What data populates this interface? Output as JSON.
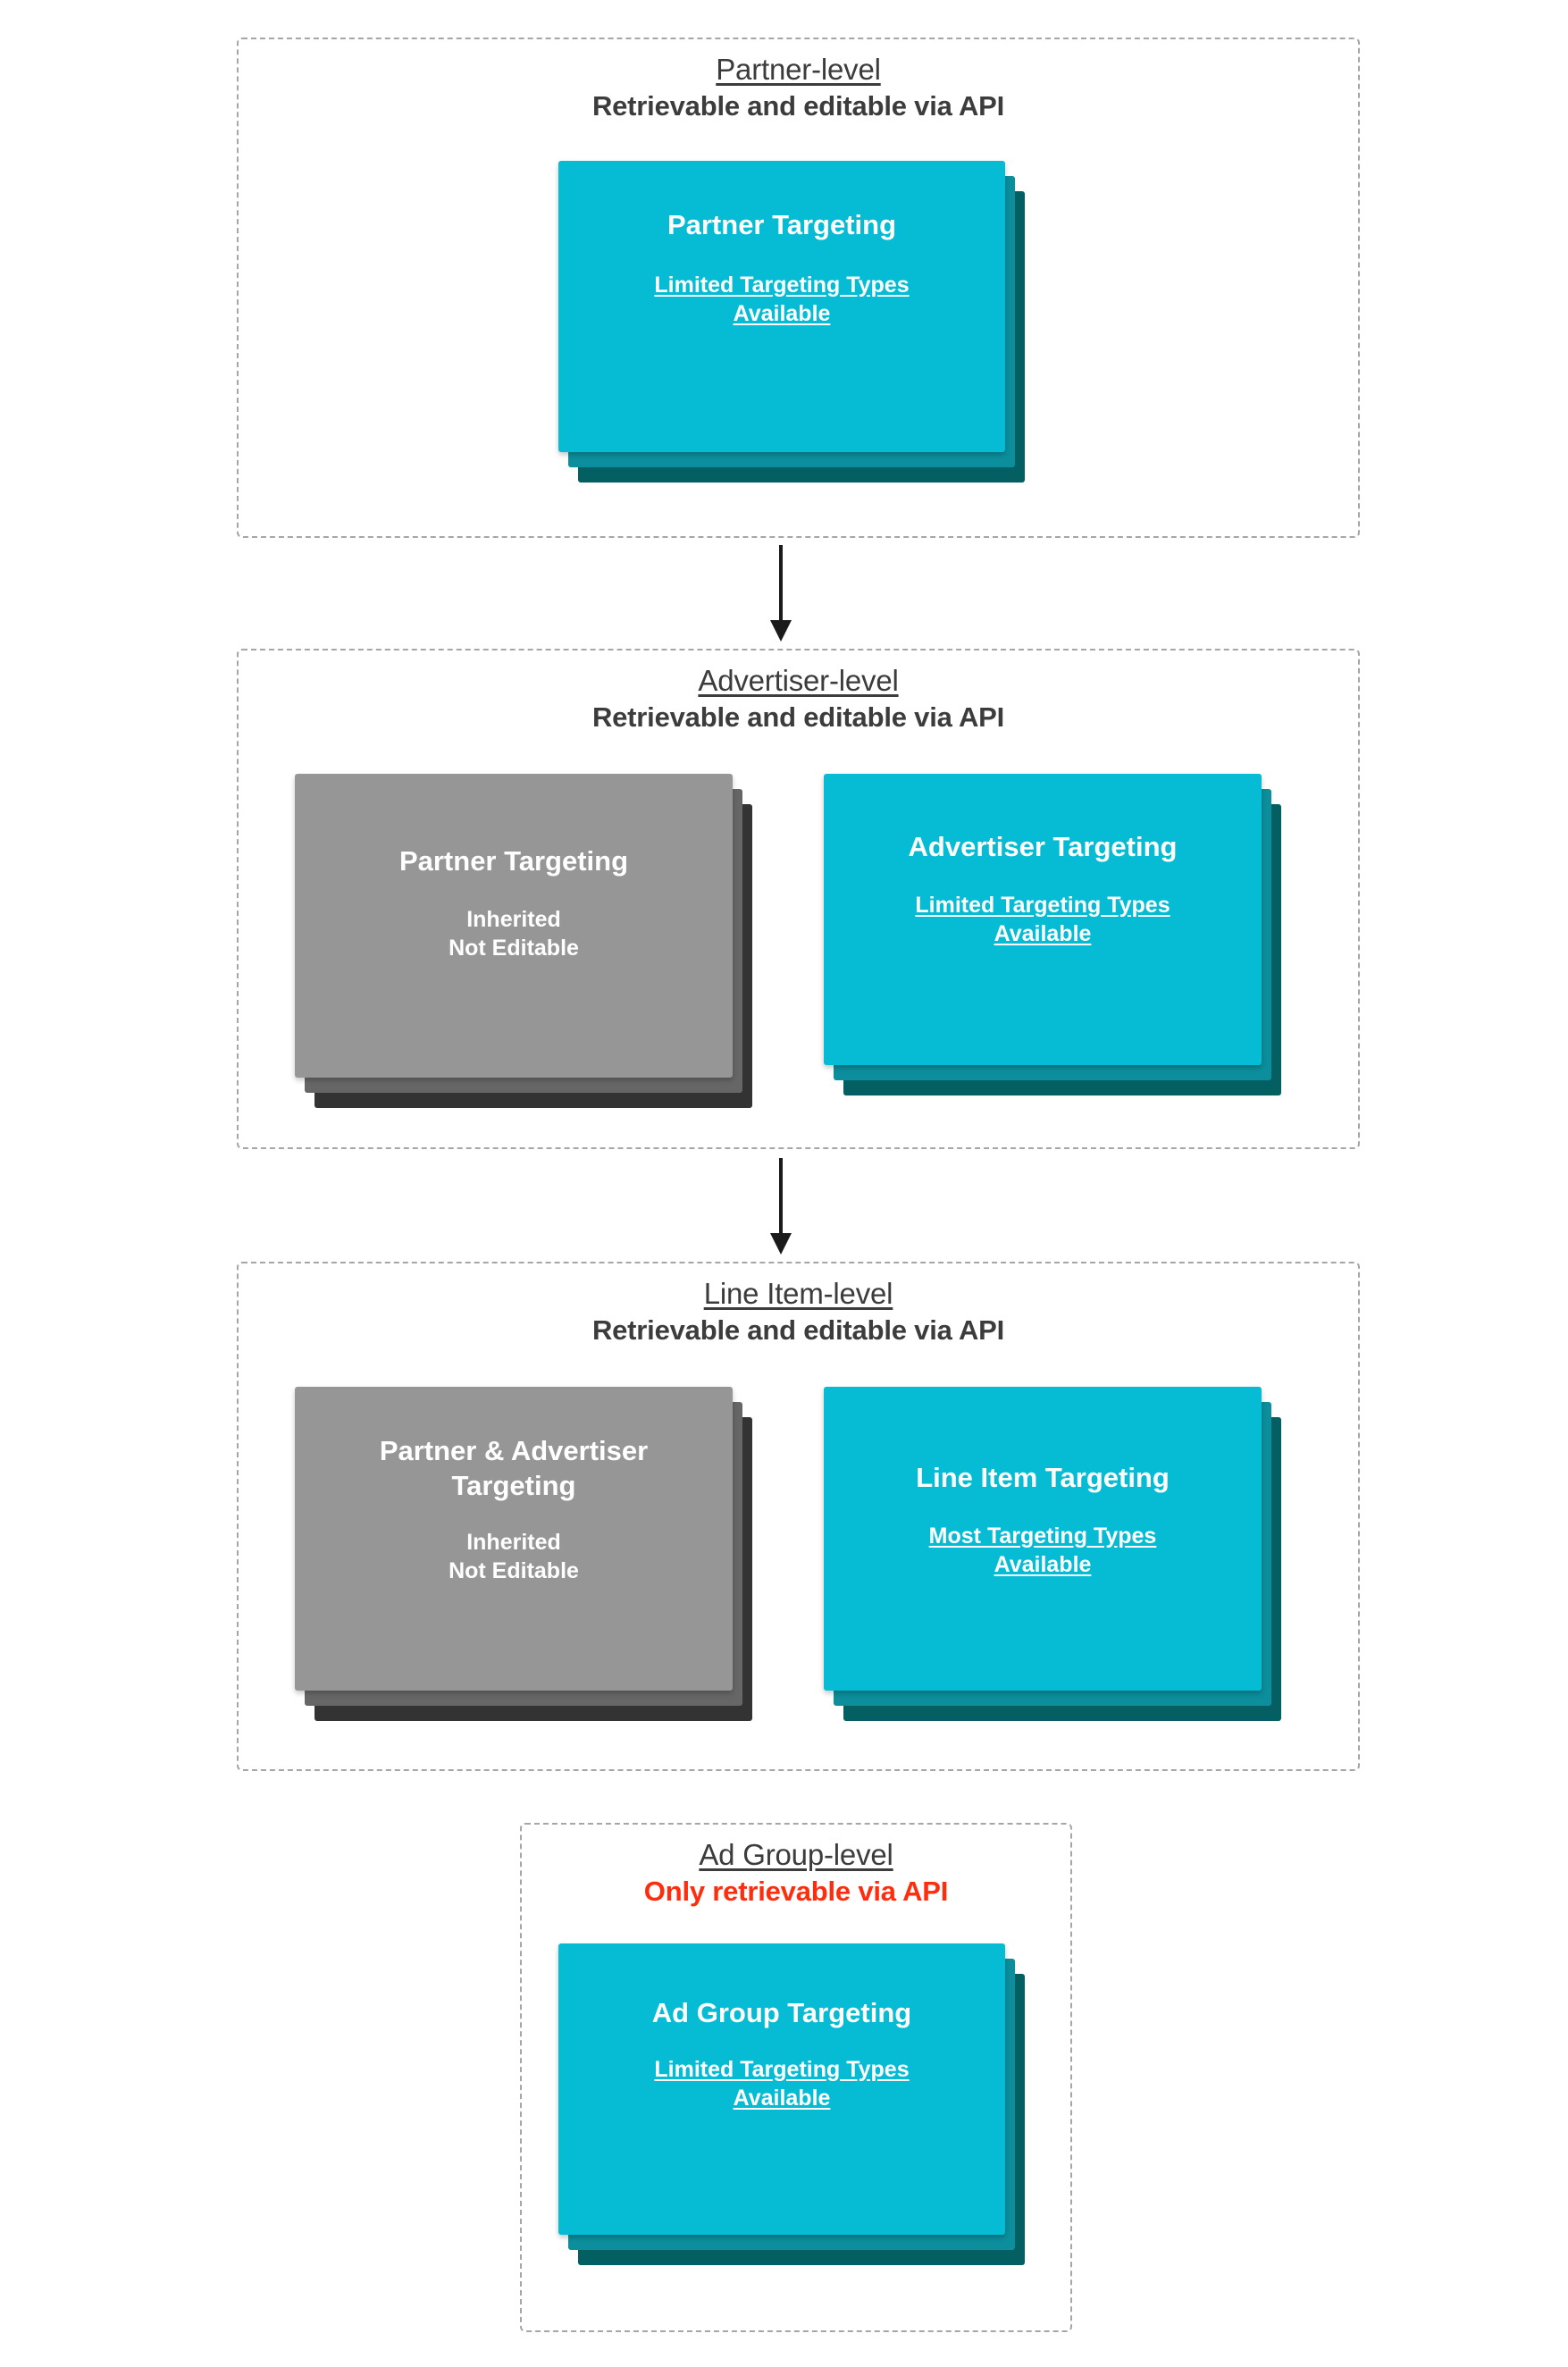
{
  "diagram": {
    "title": "Targeting inheritance across partner, advertiser, line item and ad group levels",
    "accent_cyan": "#06bcd4",
    "accent_cyan_mid": "#0c8e9c",
    "accent_cyan_dark": "#045f63",
    "accent_gray": "#969696",
    "accent_gray_mid": "#666666",
    "accent_gray_dark": "#333333",
    "danger_color": "#ff2d0d",
    "text_color": "#3c3c3c"
  },
  "levels": [
    {
      "id": "partner-level",
      "title": "Partner-level",
      "subtitle": "Retrievable and editable via API",
      "subtitle_style": "normal",
      "cards": [
        {
          "id": "partner-targeting",
          "variant": "cyan",
          "title": "Partner Targeting",
          "note_line1": "Limited Targeting Types",
          "note_line2": "Available",
          "note_underlined": true
        }
      ]
    },
    {
      "id": "advertiser-level",
      "title": "Advertiser-level",
      "subtitle": "Retrievable and editable via API",
      "subtitle_style": "normal",
      "cards": [
        {
          "id": "inherited-partner-targeting",
          "variant": "gray",
          "title": "Partner Targeting",
          "note_line1": "Inherited",
          "note_line2": "Not Editable",
          "note_underlined": false
        },
        {
          "id": "advertiser-targeting",
          "variant": "cyan",
          "title": "Advertiser Targeting",
          "note_line1": "Limited Targeting Types",
          "note_line2": "Available",
          "note_underlined": true
        }
      ]
    },
    {
      "id": "line-item-level",
      "title": "Line Item-level",
      "subtitle": "Retrievable and editable via API",
      "subtitle_style": "normal",
      "cards": [
        {
          "id": "inherited-partner-advertiser-targeting",
          "variant": "gray",
          "title": "Partner & Advertiser Targeting",
          "note_line1": "Inherited",
          "note_line2": "Not Editable",
          "note_underlined": false
        },
        {
          "id": "line-item-targeting",
          "variant": "cyan",
          "title": "Line Item Targeting",
          "note_line1": "Most Targeting Types",
          "note_line2": "Available",
          "note_underlined": true
        }
      ]
    },
    {
      "id": "ad-group-level",
      "title": "Ad Group-level",
      "subtitle": "Only retrievable via API",
      "subtitle_style": "danger",
      "cards": [
        {
          "id": "ad-group-targeting",
          "variant": "cyan",
          "title": "Ad Group Targeting",
          "note_line1": "Limited Targeting Types",
          "note_line2": "Available",
          "note_underlined": true
        }
      ]
    }
  ],
  "connectors": [
    {
      "id": "partner-to-advertiser",
      "from": "partner-level",
      "to": "advertiser-level"
    },
    {
      "id": "advertiser-to-line-item",
      "from": "advertiser-level",
      "to": "line-item-level"
    }
  ]
}
